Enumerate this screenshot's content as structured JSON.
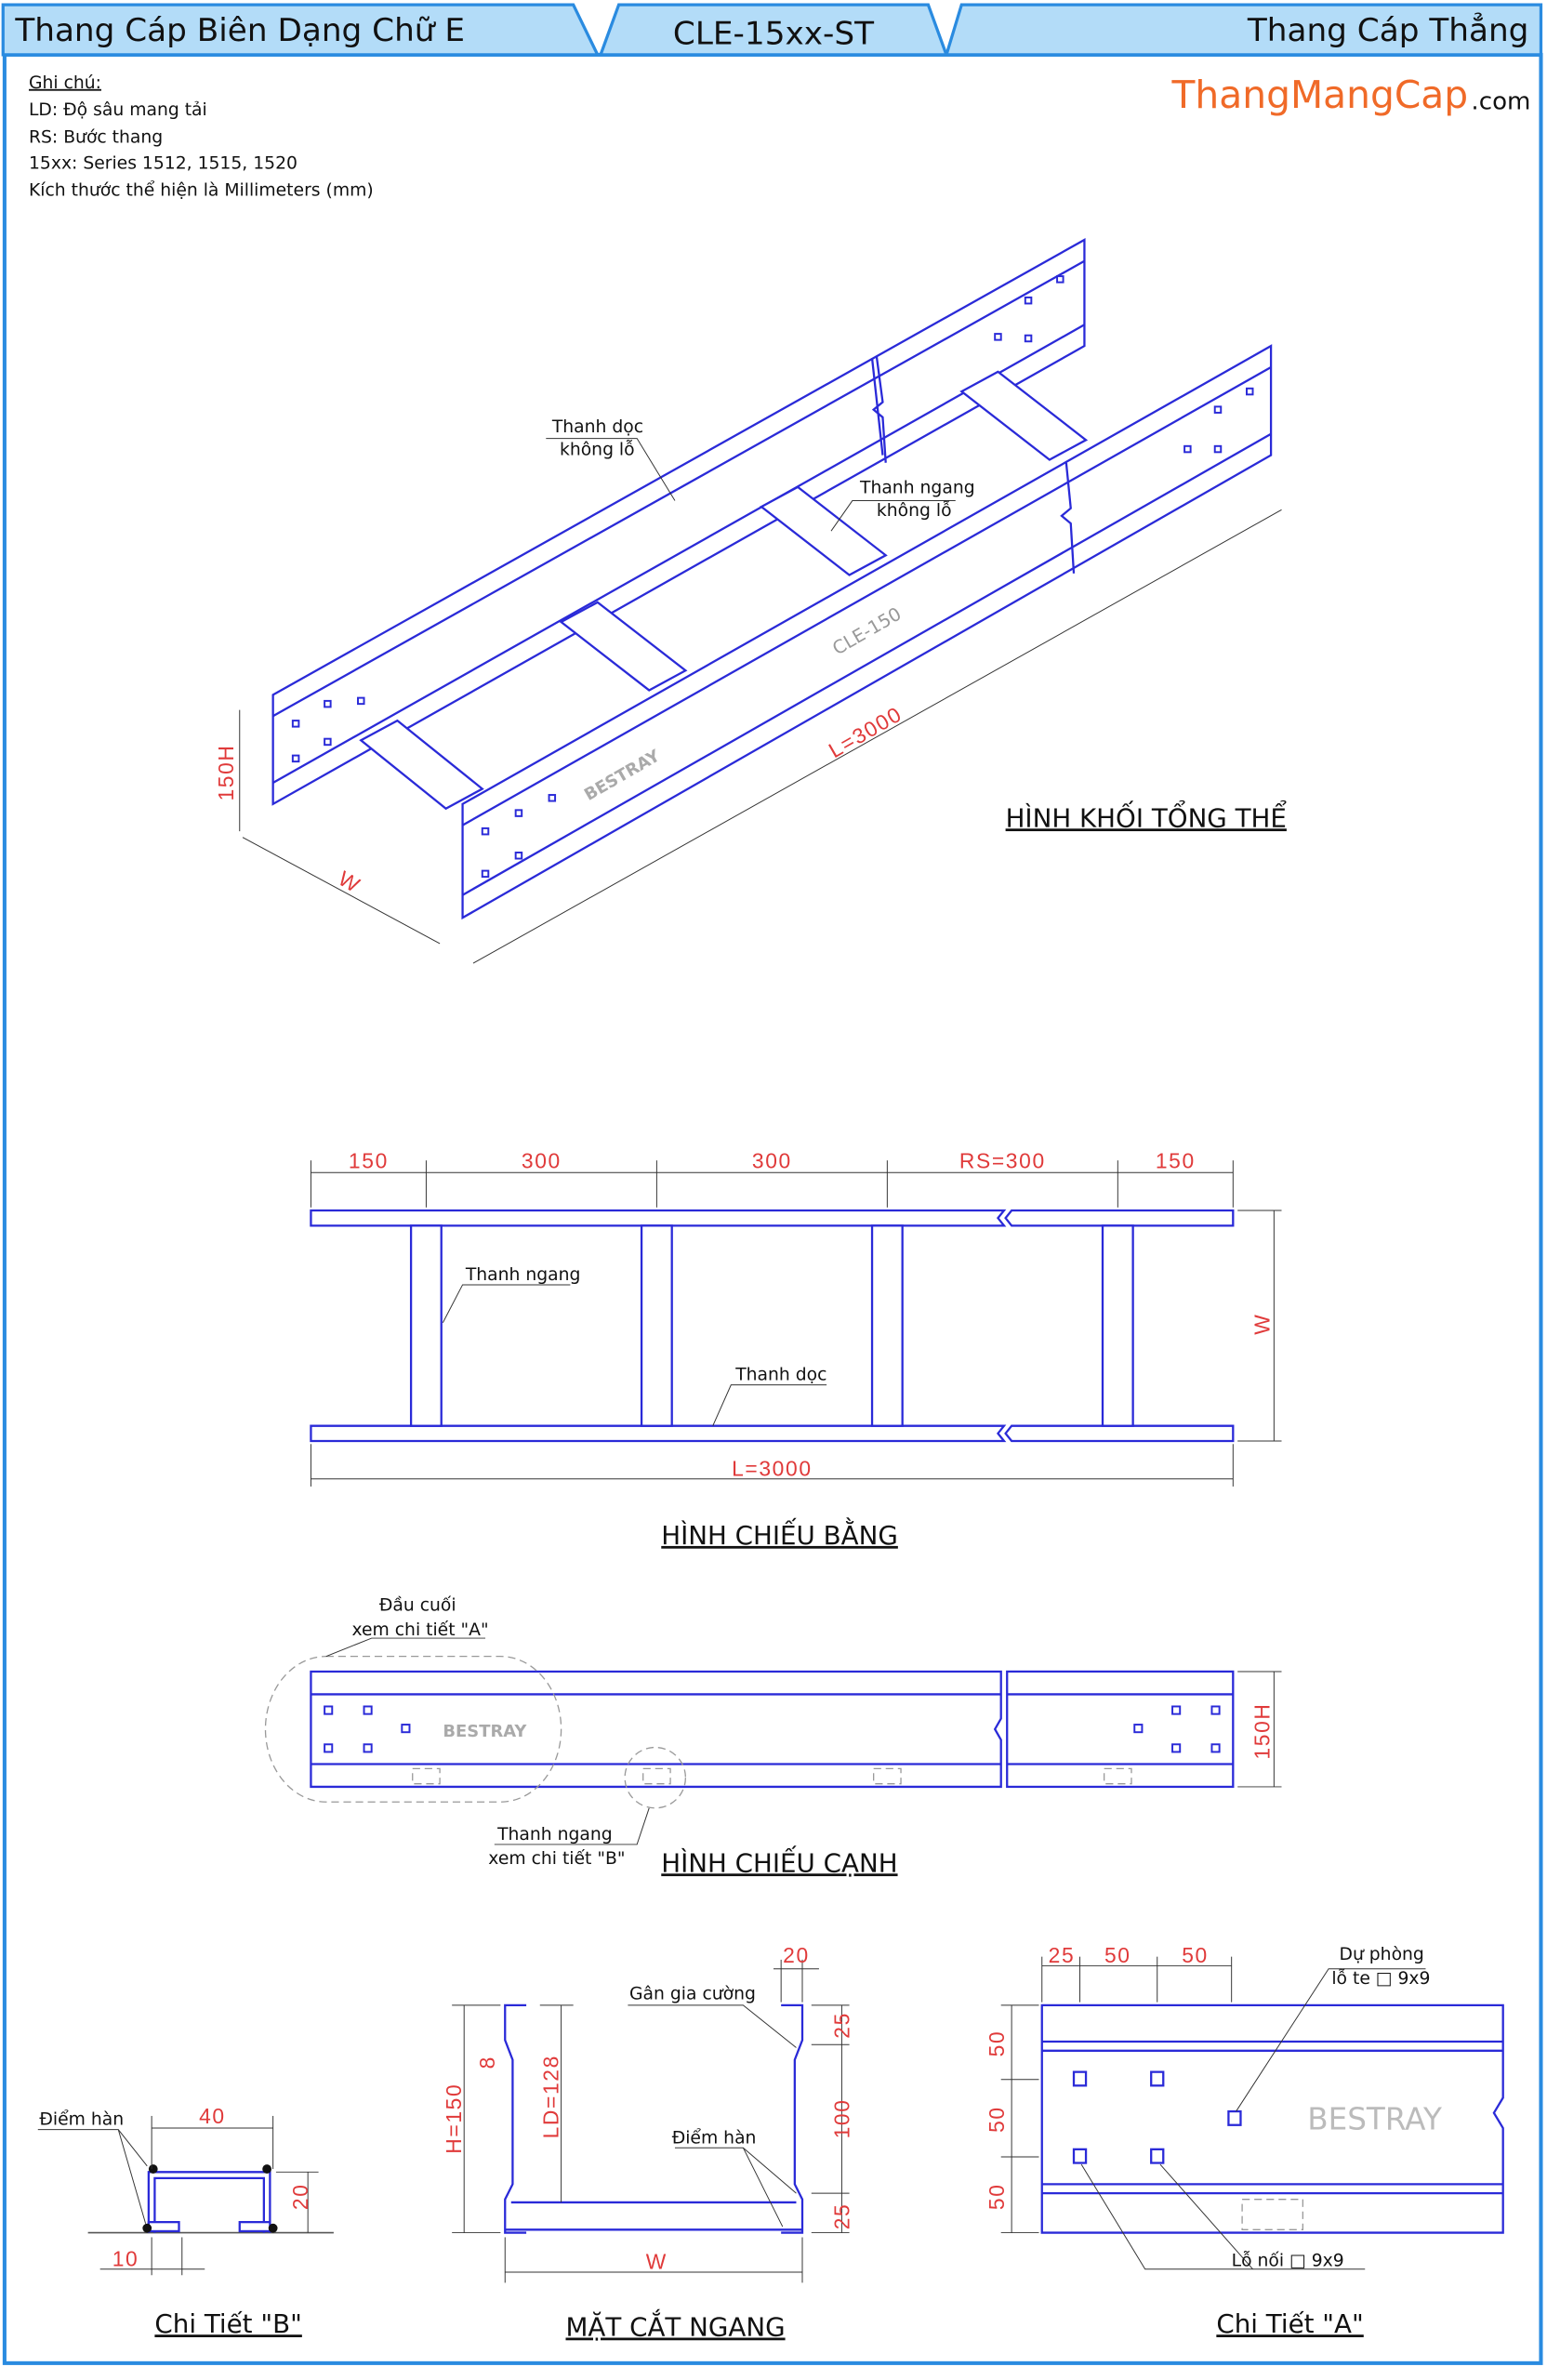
{
  "header": {
    "left_title": "Thang Cáp Biên Dạng Chữ E",
    "center_code": "CLE-15xx-ST",
    "right_title": "Thang Cáp Thẳng"
  },
  "notes": {
    "heading": "Ghi chú:",
    "lines": [
      "LD: Độ sâu mang tải",
      "RS: Bước thang",
      "15xx: Series 1512, 1515, 1520",
      "Kích thước thể hiện là Millimeters (mm)"
    ]
  },
  "brand": {
    "name": "ThangMangCap",
    "suffix": ".com",
    "color": "#f06a28"
  },
  "isometric": {
    "title": "HÌNH KHỐI TỔNG THỂ",
    "label_rail": [
      "Thanh dọc",
      "không lỗ"
    ],
    "label_rung": [
      "Thanh ngang",
      "không lỗ"
    ],
    "dim_height": "150H",
    "dim_width": "W",
    "dim_length": "L=3000",
    "model_mark": "CLE-150",
    "logo": "BESTRAY"
  },
  "plan": {
    "title": "HÌNH CHIẾU BẰNG",
    "dims": [
      "150",
      "300",
      "300",
      "RS=300",
      "150"
    ],
    "dim_length": "L=3000",
    "dim_width": "W",
    "label_rung": "Thanh ngang",
    "label_rail": "Thanh dọc"
  },
  "side": {
    "title": "HÌNH CHIẾU CẠNH",
    "label_end": [
      "Đầu cuối",
      "xem chi tiết \"A\""
    ],
    "label_rung": [
      "Thanh ngang",
      "xem chi tiết \"B\""
    ],
    "dim_height": "150H",
    "logo": "BESTRAY"
  },
  "detail_b": {
    "title": "Chi Tiết \"B\"",
    "label_weld": "Điểm hàn",
    "dims": {
      "width": "40",
      "height": "20",
      "flange": "10"
    }
  },
  "section": {
    "title": "MẶT CẮT NGANG",
    "label_rib": "Gân gia cường",
    "label_weld": "Điểm hàn",
    "dims": {
      "h": "H=150",
      "ld": "LD=128",
      "lip": "8",
      "top": "20",
      "d25a": "25",
      "d100": "100",
      "d25b": "25",
      "w": "W"
    }
  },
  "detail_a": {
    "title": "Chi Tiết \"A\"",
    "label_spare": [
      "Dự phòng",
      "lỗ te □ 9x9"
    ],
    "label_joint": "Lỗ nối □ 9x9",
    "dims_top": [
      "25",
      "50",
      "50"
    ],
    "dims_side": [
      "50",
      "50",
      "50"
    ],
    "logo": "BESTRAY"
  }
}
